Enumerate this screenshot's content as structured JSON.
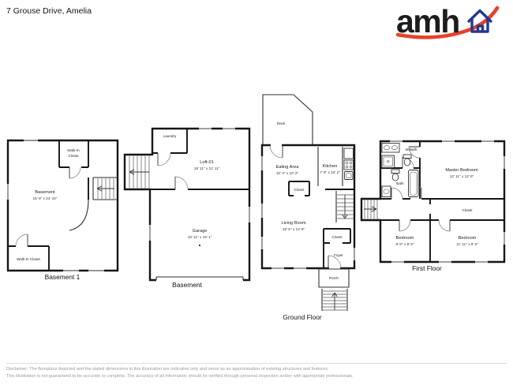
{
  "header": {
    "address": "7 Grouse Drive, Amelia"
  },
  "logo": {
    "text": "amh",
    "blue": "#23388f",
    "red": "#e8402a"
  },
  "floors": {
    "basement1": {
      "title": "Basement 1",
      "walkin_top_line1": "Walk-In",
      "walkin_top_line2": "Closet",
      "room": "Basement",
      "room_dim": "16' 9\" x 24' 10\"",
      "walkin_bottom": "Walk-In Closet"
    },
    "basement": {
      "title": "Basement",
      "laundry": "Laundry",
      "loft": "Loft-01",
      "loft_dim": "19' 11\" x 11' 11\"",
      "garage": "Garage",
      "garage_dim": "19' 11\" x 19' 1\""
    },
    "ground": {
      "title": "Ground Floor",
      "deck": "Deck",
      "eating": "Eating Area",
      "eating_dim": "10' 4\" x 10' 2\"",
      "kitchen": "Kitchen",
      "kitchen_dim": "7' 9\" x 10' 2\"",
      "closet_a": "Closet",
      "living": "Living Room",
      "living_dim": "18' 6\" x 14' 9\"",
      "closet_b": "Closet",
      "foyer": "Foyer",
      "porch": "Porch"
    },
    "first": {
      "title": "First Floor",
      "mbath": "M.Bath",
      "bath": "Bath",
      "master": "Master Bedroom",
      "master_dim": "12' 11\" x 12' 9\"",
      "closet": "Closet",
      "bedroom_a": "Bedroom",
      "bedroom_a_dim": "8' 8\" x 9' 6\"",
      "bedroom_b": "Bedroom",
      "bedroom_b_dim": "11' 11\" x 9' 6\""
    }
  },
  "footer": {
    "line1": "Disclaimer: The floorplans depicted and the stated dimensions in this illustration are indicative only and serve as an approximation of existing structures and features.",
    "line2": "This illustration is not guaranteed to be accurate or complete. The accuracy of all information should be verified through personal inspection and/or with appropriate professionals."
  }
}
